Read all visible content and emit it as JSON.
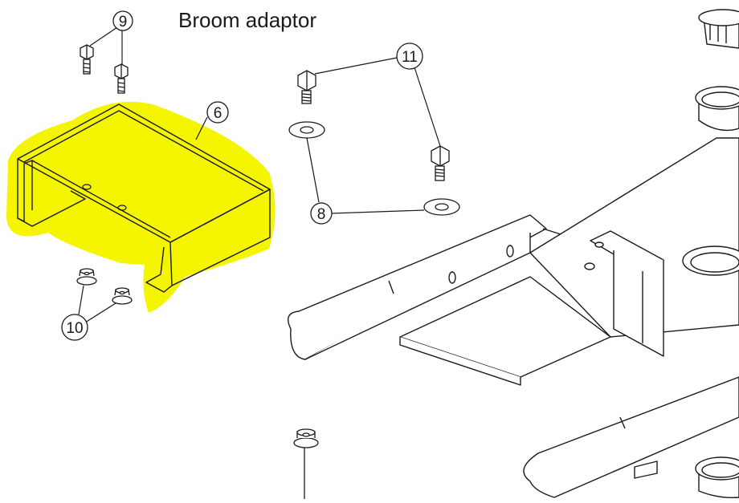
{
  "title": "Broom adaptor",
  "callouts": [
    {
      "id": "c9",
      "label": "9"
    },
    {
      "id": "c6",
      "label": "6"
    },
    {
      "id": "c11",
      "label": "11"
    },
    {
      "id": "c8",
      "label": "8"
    },
    {
      "id": "c10",
      "label": "10"
    }
  ],
  "colors": {
    "highlight": "#f5f500",
    "line": "#1a1a1a",
    "background": "#ffffff"
  }
}
